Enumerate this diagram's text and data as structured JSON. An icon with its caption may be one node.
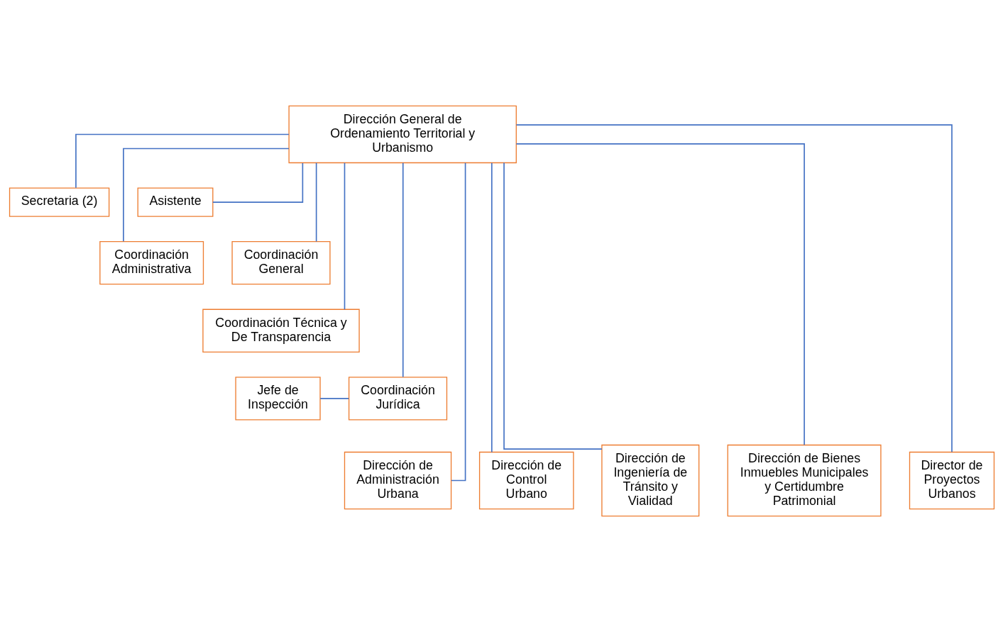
{
  "diagram": {
    "nodes": [
      {
        "text": [
          "Dirección General de Ordenamiento Territorial y Urbanismo"
        ]
      },
      {
        "text": [
          "Secretaria (2)"
        ]
      },
      {
        "text": [
          "Asistente"
        ]
      },
      {
        "text": [
          "Coordinación Administrativa"
        ]
      },
      {
        "text": [
          "Coordinación General"
        ]
      },
      {
        "text": [
          "Coordinación Técnica y De Transparencia"
        ]
      },
      {
        "text": [
          "Jefe de Inspección"
        ]
      },
      {
        "text": [
          "Coordinación Jurídica"
        ]
      },
      {
        "text": [
          "Dirección de Administración Urbana"
        ]
      },
      {
        "text": [
          "Dirección de Control Urbano"
        ]
      },
      {
        "text": [
          "Dirección de Ingeniería de Tránsito y Vialidad"
        ]
      },
      {
        "text": [
          "Dirección de Bienes Inmuebles Municipales y Certidumbre Patrimonial"
        ]
      },
      {
        "text": [
          "Director de Proyectos Urbanos"
        ]
      }
    ],
    "edges": [
      {
        "from": 0,
        "to": 1,
        "arrow": "none"
      },
      {
        "from": 0,
        "to": 2,
        "arrow": "none"
      },
      {
        "from": 0,
        "to": 3,
        "arrow": "none"
      },
      {
        "from": 0,
        "to": 4,
        "arrow": "none"
      },
      {
        "from": 0,
        "to": 5,
        "arrow": "none"
      },
      {
        "from": 0,
        "to": 7,
        "arrow": "none"
      },
      {
        "from": 7,
        "to": 6,
        "arrow": "none"
      },
      {
        "from": 0,
        "to": 8,
        "arrow": "none"
      },
      {
        "from": 0,
        "to": 9,
        "arrow": "none"
      },
      {
        "from": 0,
        "to": 10,
        "arrow": "none"
      },
      {
        "from": 0,
        "to": 11,
        "arrow": "none"
      },
      {
        "from": 0,
        "to": 12,
        "arrow": "none"
      }
    ]
  }
}
